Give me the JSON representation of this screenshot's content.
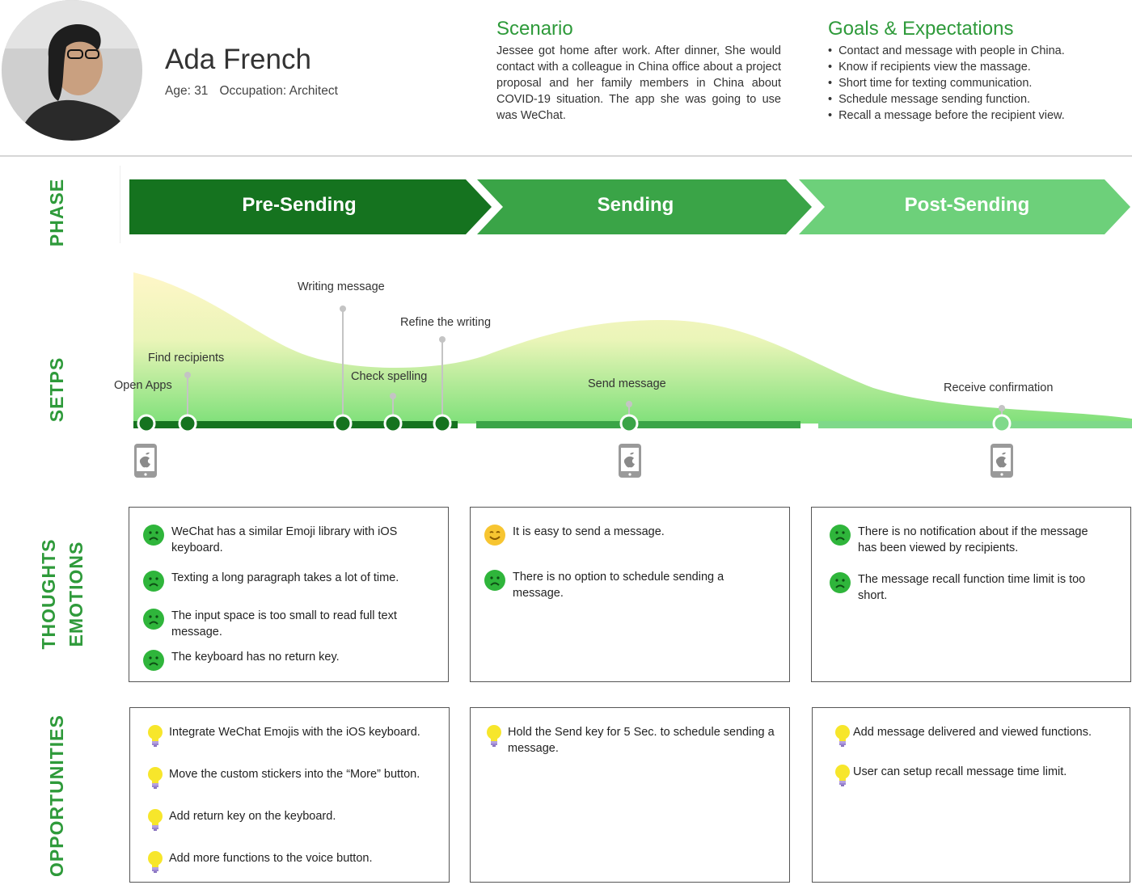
{
  "persona": {
    "name": "Ada French",
    "age": "Age: 31",
    "occupation": "Occupation: Architect"
  },
  "scenario": {
    "title": "Scenario",
    "text": "Jessee got home after work. After dinner, She would contact with a colleague in China office about a project proposal and her family members in China about COVID-19 situation. The app she was going to use was WeChat."
  },
  "goals": {
    "title": "Goals & Expectations",
    "items": [
      "Contact and message with people in China.",
      "Know if recipients view the massage.",
      "Short time for texting communication.",
      "Schedule message sending function.",
      "Recall a message before the recipient view."
    ]
  },
  "rows": {
    "phase": "PHASE",
    "steps": "SETPS",
    "thoughts": "THOUGHTS",
    "emotions": "EMOTIONS",
    "opportunities": "OPPORTUNITIES"
  },
  "phases": [
    "Pre-Sending",
    "Sending",
    "Post-Sending"
  ],
  "colors": {
    "phase1": "#15731f",
    "phase2": "#3aa447",
    "phase3": "#6dd07a",
    "accent": "#2e9a3a"
  },
  "steps": [
    "Open Apps",
    "Find recipients",
    "Writing message",
    "Check spelling",
    "Refine the writing",
    "Send message",
    "Receive confirmation"
  ],
  "thoughts": [
    [
      {
        "emotion": "sad",
        "text": "WeChat has a similar Emoji library with iOS keyboard."
      },
      {
        "emotion": "sad",
        "text": "Texting a long paragraph takes a lot of time."
      },
      {
        "emotion": "sad",
        "text": "The input space is too small to read full text message."
      },
      {
        "emotion": "sad",
        "text": "The keyboard has no return key."
      }
    ],
    [
      {
        "emotion": "happy",
        "text": "It is easy to send a message."
      },
      {
        "emotion": "sad",
        "text": "There is no option to schedule sending a message."
      }
    ],
    [
      {
        "emotion": "sad",
        "text": "There is no notification about if the message has been viewed by recipients."
      },
      {
        "emotion": "sad",
        "text": "The message recall function time limit is too short."
      }
    ]
  ],
  "opportunities": [
    [
      "Integrate WeChat Emojis with the iOS keyboard.",
      "Move the custom stickers into the “More” button.",
      "Add return key on the keyboard.",
      "Add more functions to the voice button."
    ],
    [
      "Hold the Send key for 5 Sec. to schedule sending a message."
    ],
    [
      "Add message delivered and viewed functions.",
      "User can setup recall message time limit."
    ]
  ]
}
